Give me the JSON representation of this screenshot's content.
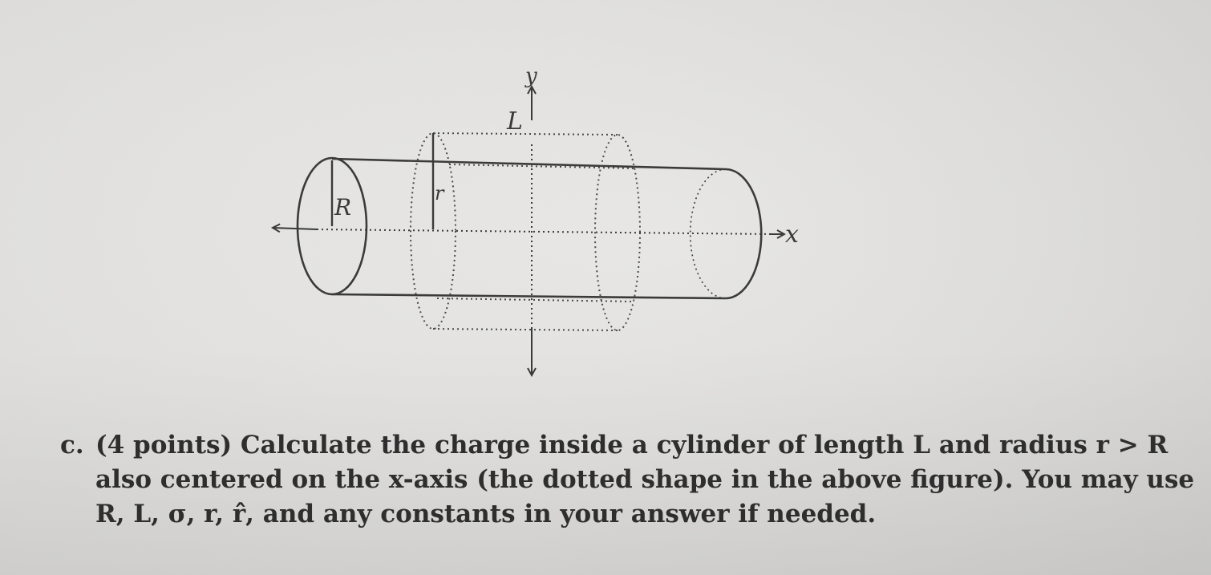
{
  "figure": {
    "label_y": "y",
    "label_L": "L",
    "label_R": "R",
    "label_r": "r",
    "label_x": "x"
  },
  "problem": {
    "item": "c.",
    "lines": [
      "(4 points) Calculate the charge inside a cylinder of length L and radius r > R",
      "also centered on the x-axis (the dotted shape in the above figure). You may use",
      "R, L, σ, r, r̂, and any constants in your answer if needed."
    ]
  }
}
